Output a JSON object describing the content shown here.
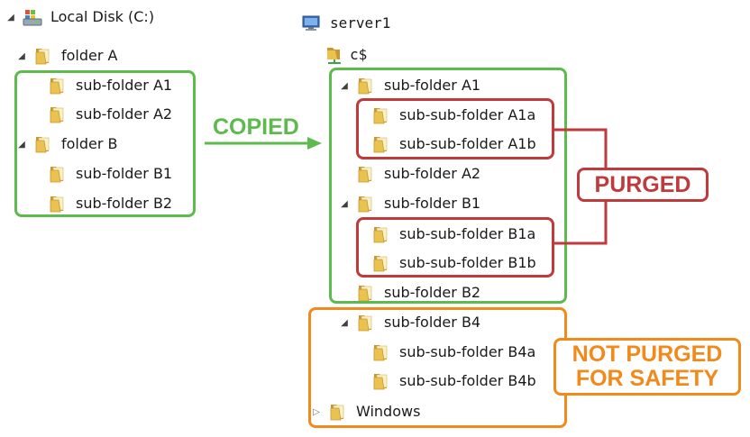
{
  "colors": {
    "copied": "#5dbb4e",
    "purged": "#c0393b",
    "not_purged": "#f28a1b",
    "folder": "#e9c24f"
  },
  "left_tree": {
    "root": {
      "label": "Local Disk (C:)",
      "icon": "local-disk-icon"
    },
    "folder_a": {
      "label": "folder A",
      "icon": "folder-icon"
    },
    "sub_a1": {
      "label": "sub-folder A1",
      "icon": "folder-icon"
    },
    "sub_a2": {
      "label": "sub-folder A2",
      "icon": "folder-icon"
    },
    "folder_b": {
      "label": "folder B",
      "icon": "folder-icon"
    },
    "sub_b1": {
      "label": "sub-folder B1",
      "icon": "folder-icon"
    },
    "sub_b2": {
      "label": "sub-folder B2",
      "icon": "folder-icon"
    }
  },
  "right_tree": {
    "server": {
      "label": "server1",
      "icon": "computer-icon"
    },
    "share": {
      "label": "c$",
      "icon": "network-share-icon"
    },
    "sub_a1": {
      "label": "sub-folder A1"
    },
    "subsub_a1a": {
      "label": "sub-sub-folder A1a"
    },
    "subsub_a1b": {
      "label": "sub-sub-folder A1b"
    },
    "sub_a2": {
      "label": "sub-folder A2"
    },
    "sub_b1": {
      "label": "sub-folder B1"
    },
    "subsub_b1a": {
      "label": "sub-sub-folder B1a"
    },
    "subsub_b1b": {
      "label": "sub-sub-folder B1b"
    },
    "sub_b2": {
      "label": "sub-folder B2"
    },
    "sub_b4": {
      "label": "sub-folder B4"
    },
    "subsub_b4a": {
      "label": "sub-sub-folder B4a"
    },
    "subsub_b4b": {
      "label": "sub-sub-folder B4b"
    },
    "windows": {
      "label": "Windows"
    }
  },
  "annotations": {
    "copied": "COPIED",
    "purged": "PURGED",
    "not_purged_line1": "NOT PURGED",
    "not_purged_line2": "FOR SAFETY"
  }
}
